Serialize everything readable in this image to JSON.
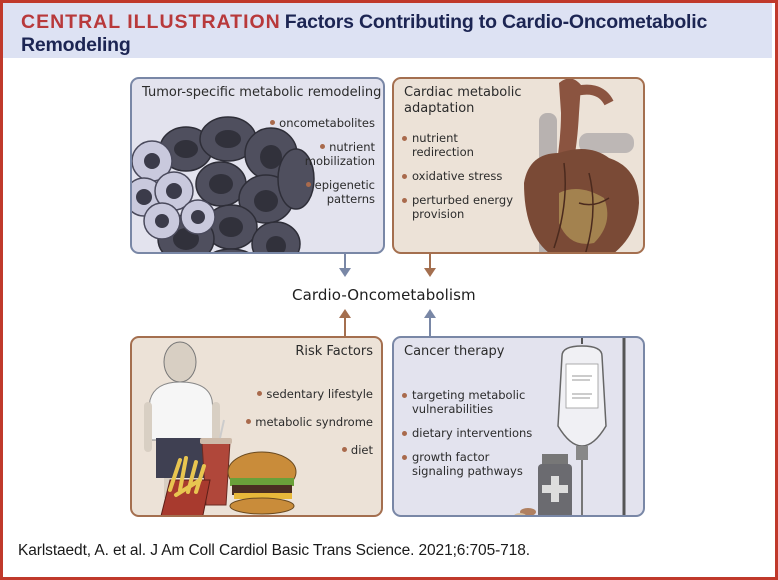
{
  "header": {
    "tag": "CENTRAL ILLUSTRATION",
    "title_line1": "Factors Contributing to Cardio-Oncometabolic",
    "title_line2": "Remodeling"
  },
  "colors": {
    "frame_border": "#c0392b",
    "header_bg": "#dde2f3",
    "tag_red": "#b8393b",
    "title_navy": "#1c2553",
    "blue_box_bg": "#e3e3ee",
    "blue_box_border": "#7987a6",
    "tan_box_bg": "#ece2d7",
    "tan_box_border": "#a46f4f",
    "bullet_dot": "#a96a4c"
  },
  "panels": {
    "tumor": {
      "title": "Tumor-specific metabolic remodeling",
      "bullets": [
        "oncometabolites",
        "nutrient",
        "mobilization",
        "epigenetic",
        "patterns"
      ],
      "illustration": "tumor-cells"
    },
    "cardiac": {
      "title_line1": "Cardiac metabolic",
      "title_line2": "adaptation",
      "bullets": [
        "nutrient",
        "redirection",
        "oxidative stress",
        "perturbed energy",
        "provision"
      ],
      "illustration": "heart"
    },
    "risk": {
      "title": "Risk Factors",
      "bullets": [
        "sedentary lifestyle",
        "metabolic syndrome",
        "diet"
      ],
      "illustration": "obese-person-fast-food"
    },
    "therapy": {
      "title": "Cancer therapy",
      "bullets": [
        "targeting metabolic",
        "vulnerabilities",
        "dietary interventions",
        "growth factor",
        "signaling pathways"
      ],
      "illustration": "iv-bag-pill-bottle"
    }
  },
  "center": {
    "label": "Cardio-Oncometabolism"
  },
  "footer": {
    "citation": "Karlstaedt, A. et al. J Am Coll Cardiol Basic Trans Science. 2021;6:705-718."
  }
}
